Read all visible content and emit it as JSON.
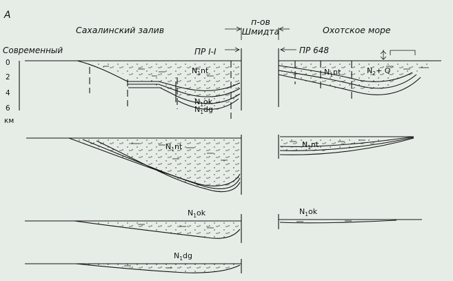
{
  "figure_letter": "А",
  "headers": {
    "left": "Сахалинский залив",
    "middle_line1": "п-ов",
    "middle_line2": "Шмидта",
    "right": "Охотское море"
  },
  "top_row": {
    "era_label": "Современный",
    "profile_left": "ПР I-I",
    "profile_right": "ПР 648",
    "depth_ticks": [
      "0",
      "2",
      "4",
      "6"
    ],
    "depth_unit": "км"
  },
  "formations": {
    "nt": {
      "base": "N",
      "sub": "1",
      "rest": "nt"
    },
    "ok": {
      "base": "N",
      "sub": "1",
      "rest": "ok"
    },
    "dg": {
      "base": "N",
      "sub": "1",
      "rest": "dg"
    },
    "nq": {
      "base": "N",
      "sub": "2",
      "rest": "+ Q"
    }
  }
}
